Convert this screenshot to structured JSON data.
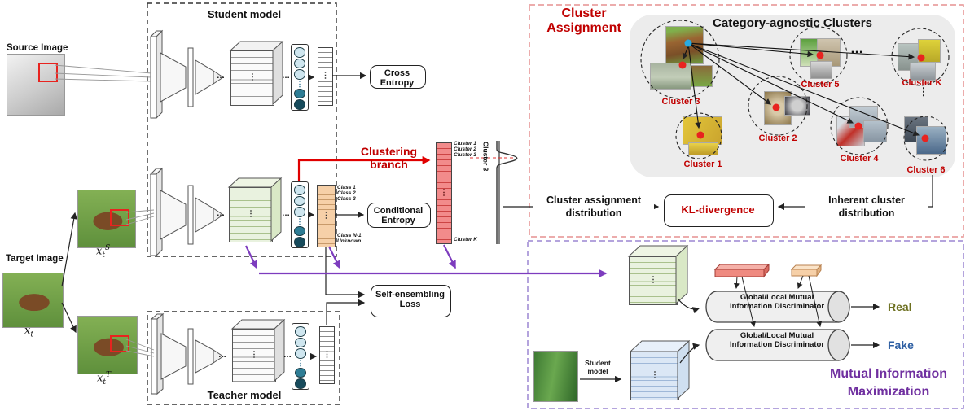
{
  "glyphs": {
    "hdots": "…",
    "vdots": "⋮"
  },
  "left": {
    "source_image_label": "Source Image",
    "target_image_label": "Target Image",
    "math": {
      "xt": {
        "base": "x",
        "sub": "t"
      },
      "xts": {
        "base": "x",
        "sub": "t",
        "sup": "S"
      },
      "xtt": {
        "base": "x",
        "sub": "t",
        "sup": "T"
      }
    }
  },
  "student": {
    "title": "Student model"
  },
  "teacher": {
    "title": "Teacher model"
  },
  "boxes": {
    "cross_entropy": "Cross Entropy",
    "conditional_entropy": "Conditional Entropy",
    "self_ensembling": "Self-ensembling Loss",
    "kl": "KL-divergence"
  },
  "clustering_branch": "Clustering branch",
  "class_labels": [
    "Class 1",
    "Class 2",
    "Class 3",
    "Class N-1",
    "Unknown"
  ],
  "cluster_vector": {
    "top": [
      "Cluster 1",
      "Cluster 2",
      "Cluster 3"
    ],
    "bottom": "Cluster K",
    "curve_label": "Cluster 3"
  },
  "assignment": {
    "title": "Cluster Assignment",
    "container_title": "Category-agnostic Clusters",
    "clusters": [
      {
        "label": "Cluster 3"
      },
      {
        "label": "Cluster 5"
      },
      {
        "label": "Cluster K"
      },
      {
        "label": "Cluster 2"
      },
      {
        "label": "Cluster 1"
      },
      {
        "label": "Cluster 4"
      },
      {
        "label": "Cluster 6"
      }
    ],
    "left_dist": "Cluster assignment distribution",
    "right_dist": "Inherent cluster distribution"
  },
  "mi": {
    "title": "Mutual Information Maximization",
    "discriminator": "Global/Local Mutual Information Discriminator",
    "real": "Real",
    "fake": "Fake",
    "student_model_small": "Student model"
  },
  "colors": {
    "accent_red": "#c00000",
    "branch_red": "#e00000",
    "purple_title": "#7030a0",
    "purple_arrow": "#7d3cbe",
    "real_olive": "#6d7020",
    "fake_blue": "#2e5fa3",
    "salmon_vector": "#f28b8b",
    "tan_vector": "#f6d0a8",
    "light_green_cube": "#e9f2df",
    "light_blue_cube": "#dbe7f5",
    "teal_neuron": "#174b5c",
    "blue_dot": "#29abe2",
    "red_dot": "#e8231f"
  }
}
